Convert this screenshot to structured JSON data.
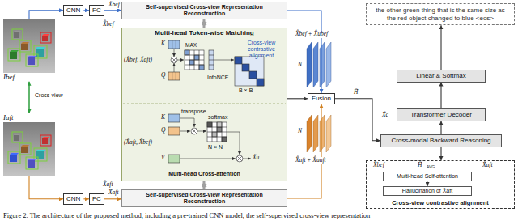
{
  "diagram": {
    "caption": "Figure 2. The architecture of the proposed method, including a pre-trained CNN model, the self-supervised cross-view representation",
    "nodes": [
      {
        "text": [
          "Ibef"
        ]
      },
      {
        "text": [
          "CNN"
        ]
      },
      {
        "text": [
          "FC"
        ]
      },
      {
        "text": [
          "Self-supervised Cross-view Representation Reconstruction"
        ]
      },
      {
        "text": [
          "Multi-head Token-wise Matching"
        ]
      },
      {
        "text": [
          "Iaft"
        ]
      },
      {
        "text": [
          "CNN"
        ]
      },
      {
        "text": [
          "FC"
        ]
      },
      {
        "text": [
          "Self-supervised Cross-view Representation Reconstruction"
        ]
      },
      {
        "text": [
          "Fusion"
        ]
      },
      {
        "text": [
          "the other green thing that is the same size as the red object changed to blue <eos>"
        ]
      },
      {
        "text": [
          "Linear & Softmax"
        ]
      },
      {
        "text": [
          "Transformer Decoder"
        ]
      },
      {
        "text": [
          "Cross-modal Backward Reasoning"
        ]
      },
      {
        "text": [
          "Cross-view contrastive alignment"
        ]
      },
      {
        "text": [
          "Multi-head Self-attention"
        ],
        "in": 14
      },
      {
        "text": [
          "Hallucination of X̃aft"
        ],
        "in": 14
      }
    ],
    "edges": [
      {
        "from": 0,
        "to": 1,
        "arrow": "to"
      },
      {
        "from": 1,
        "to": 2,
        "arrow": "to"
      },
      {
        "from": 2,
        "to": 3,
        "label": "X̃bef",
        "arrow": "to"
      },
      {
        "from": 3,
        "to": 4,
        "arrow": "both"
      },
      {
        "from": 0,
        "to": 5,
        "label": "Cross-view",
        "arrow": "both"
      },
      {
        "from": 5,
        "to": 6,
        "arrow": "to"
      },
      {
        "from": 6,
        "to": 7,
        "arrow": "to"
      },
      {
        "from": 7,
        "to": 8,
        "label": "X̃aft",
        "arrow": "to"
      },
      {
        "from": 4,
        "to": 8,
        "arrow": "both"
      },
      {
        "from": 3,
        "to": 9,
        "arrow": "to"
      },
      {
        "from": 8,
        "to": 9,
        "arrow": "to"
      },
      {
        "from": 4,
        "to": 9,
        "arrow": "to"
      },
      {
        "from": 9,
        "to": 13,
        "label": "H̃",
        "arrow": "to"
      },
      {
        "from": 13,
        "to": 12,
        "arrow": "to"
      },
      {
        "from": 12,
        "to": 11,
        "arrow": "to"
      },
      {
        "from": 11,
        "to": 10,
        "arrow": "to"
      },
      {
        "from": 13,
        "to": 14,
        "arrow": "to"
      },
      {
        "from": 15,
        "to": 16,
        "arrow": "to"
      }
    ],
    "labels": [
      "X̂bef",
      "X̂aft",
      "(X̃bef, X̃aft)",
      "K",
      "Q",
      "MAX",
      "Cross-view contrastive alignment",
      "InfoNCE",
      "B × B",
      "(X̃aft, X̃bef)",
      "K",
      "transpose",
      "softmax",
      "Q",
      "V",
      "N × N",
      "X̃u",
      "Multi-head Cross-attention",
      "X̂bef + X̂ubef",
      "N",
      "X̂aft + X̂uaft",
      "N",
      "X̃c",
      "X̂bef",
      "H̃",
      "AVG",
      "X̃aft"
    ]
  }
}
